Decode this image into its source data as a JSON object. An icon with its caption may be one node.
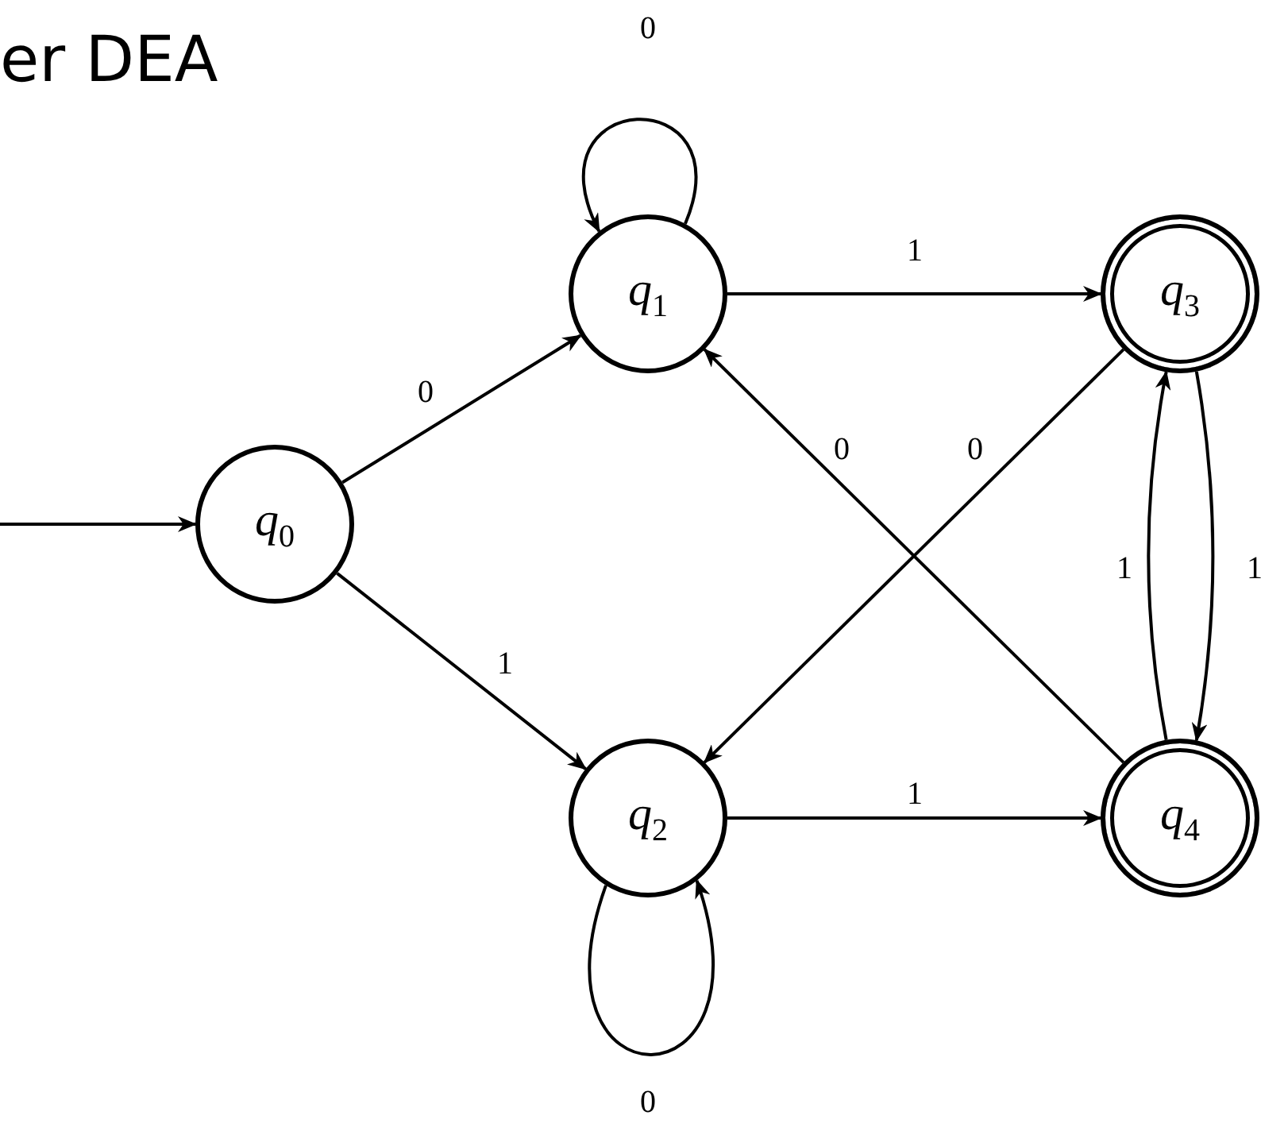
{
  "diagram": {
    "title": "er DEA",
    "nodes": [
      {
        "text": [
          "q$_{0}$"
        ]
      },
      {
        "text": [
          "q$_{1}$"
        ]
      },
      {
        "text": [
          "q$_{2}$"
        ]
      },
      {
        "text": [
          "q$_{3}$"
        ]
      },
      {
        "text": [
          "q$_{4}$"
        ]
      }
    ],
    "edges": [
      {
        "from": null,
        "to": 0,
        "arrow": "to"
      },
      {
        "from": 0,
        "to": 1,
        "arrow": "to",
        "label": "0"
      },
      {
        "from": 0,
        "to": 2,
        "arrow": "to",
        "label": "1"
      },
      {
        "from": 1,
        "to": 1,
        "arrow": "to",
        "label": "0"
      },
      {
        "from": 1,
        "to": 3,
        "arrow": "to",
        "label": "1"
      },
      {
        "from": 3,
        "to": 2,
        "arrow": "to",
        "label": "0"
      },
      {
        "from": 4,
        "to": 1,
        "arrow": "to",
        "label": "0"
      },
      {
        "from": 3,
        "to": 4,
        "arrow": "to",
        "label": "1"
      },
      {
        "from": 4,
        "to": 3,
        "arrow": "to",
        "label": "1"
      },
      {
        "from": 2,
        "to": 4,
        "arrow": "to",
        "label": "1"
      },
      {
        "from": 2,
        "to": 2,
        "arrow": "to",
        "label": "0"
      }
    ]
  }
}
